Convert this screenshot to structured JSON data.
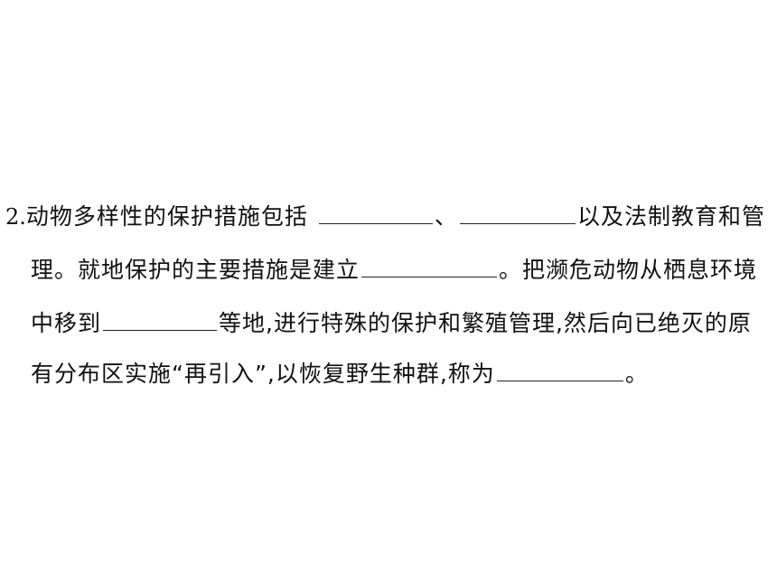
{
  "question": {
    "number": "2.",
    "line1_a": "动物多样性的保护措施包括",
    "line1_sep": "、",
    "line1_b": "以及法制教育和管",
    "line2_a": "理。就地保护的主要措施是建立",
    "line2_b": "。把濒危动物从栖息环境",
    "line3_a": "中移到",
    "line3_b": "等地,进行特殊的保护和繁殖管理,然后向已绝灭的原",
    "line4_a": "有分布区实施“再引入”,以恢复野生种群,称为",
    "line4_b": "。"
  }
}
